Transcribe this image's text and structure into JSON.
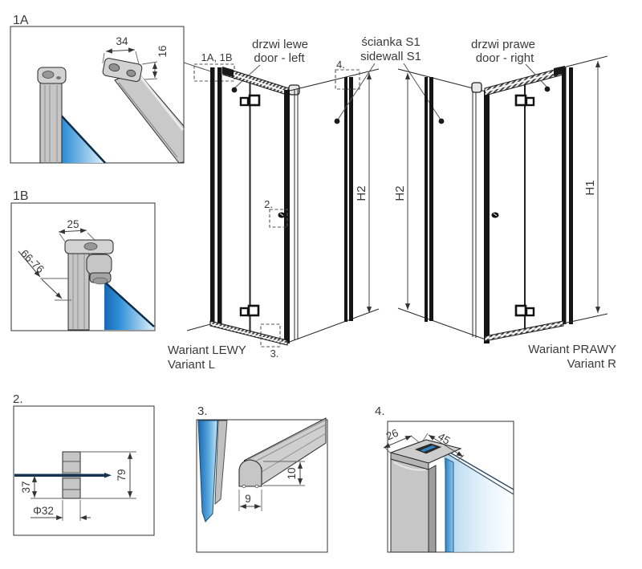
{
  "colors": {
    "line": "#2b2b2b",
    "profile_black": "#151515",
    "glass_blue": "#2e86c8",
    "glass_blue_dark": "#16344f",
    "glass_blue_light": "#cfe9f8",
    "metal_gray": "#c6c6c6",
    "text": "#3a3a3a"
  },
  "detail_1a": {
    "label": "1A",
    "dim_width": "34",
    "dim_height": "16"
  },
  "detail_1b": {
    "label": "1B",
    "dim_width": "25",
    "dim_range": "66-76"
  },
  "main": {
    "door_left": {
      "pl": "drzwi lewe",
      "en": "door - left"
    },
    "sidewall": {
      "pl": "ścianka S1",
      "en": "sidewall S1"
    },
    "door_right": {
      "pl": "drzwi prawe",
      "en": "door - right"
    },
    "callouts": {
      "c1": "1A, 1B",
      "c2": "2.",
      "c3": "3.",
      "c4": "4."
    },
    "dims": {
      "h1": "H1",
      "h2": "H2"
    },
    "variant_left": {
      "pl": "Wariant LEWY",
      "en": "Variant L"
    },
    "variant_right": {
      "pl": "Wariant PRAWY",
      "en": "Variant R"
    }
  },
  "detail_2": {
    "label": "2.",
    "dim_below": "37",
    "dim_total": "79",
    "dim_diameter": "Φ32"
  },
  "detail_3": {
    "label": "3.",
    "dim_width": "9",
    "dim_height": "10"
  },
  "detail_4": {
    "label": "4.",
    "dim_depth": "26",
    "dim_width": "45"
  }
}
